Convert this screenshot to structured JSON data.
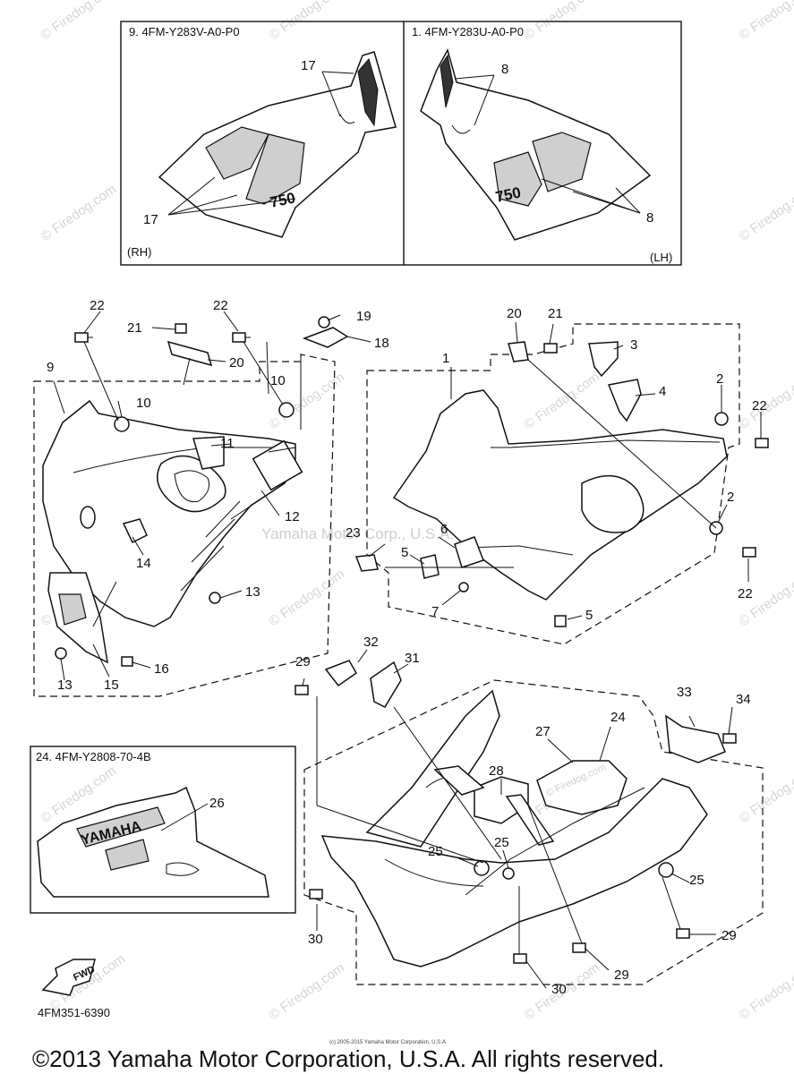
{
  "insets": {
    "rh": {
      "code": "9. 4FM-Y283V-A0-P0",
      "side": "(RH)"
    },
    "lh": {
      "code": "1. 4FM-Y283U-A0-P0",
      "side": "(LH)"
    },
    "panel24": {
      "code": "24. 4FM-Y2808-70-4B"
    }
  },
  "labels": {
    "n1": "1",
    "n2a": "2",
    "n2b": "2",
    "n3": "3",
    "n4": "4",
    "n5a": "5",
    "n5b": "5",
    "n6": "6",
    "n7": "7",
    "n8a": "8",
    "n8b": "8",
    "n9": "9",
    "n10a": "10",
    "n10b": "10",
    "n11": "11",
    "n12": "12",
    "n13a": "13",
    "n13b": "13",
    "n14": "14",
    "n15": "15",
    "n16": "16",
    "n17a": "17",
    "n17b": "17",
    "n18": "18",
    "n19": "19",
    "n20a": "20",
    "n20b": "20",
    "n21a": "21",
    "n21b": "21",
    "n22a": "22",
    "n22b": "22",
    "n22c": "22",
    "n22d": "22",
    "n23": "23",
    "n24": "24",
    "n25a": "25",
    "n25b": "25",
    "n25c": "25",
    "n26": "26",
    "n27": "27",
    "n28": "28",
    "n29a": "29",
    "n29b": "29",
    "n29c": "29",
    "n30a": "30",
    "n30b": "30",
    "n31": "31",
    "n32": "32",
    "n33": "33",
    "n34": "34"
  },
  "decals": {
    "model": "750",
    "brand": "YAMAHA",
    "fwd": "FWD"
  },
  "diagram_number": "4FM351-6390",
  "watermarks": {
    "center": "Yamaha Motor Corp., U.S.A.",
    "site": "© Firedog.com"
  },
  "small_print": "(c) 2005-2015 Yamaha Motor Corporation, U.S.A.",
  "footer": "©2013 Yamaha Motor Corporation, U.S.A. All rights reserved."
}
